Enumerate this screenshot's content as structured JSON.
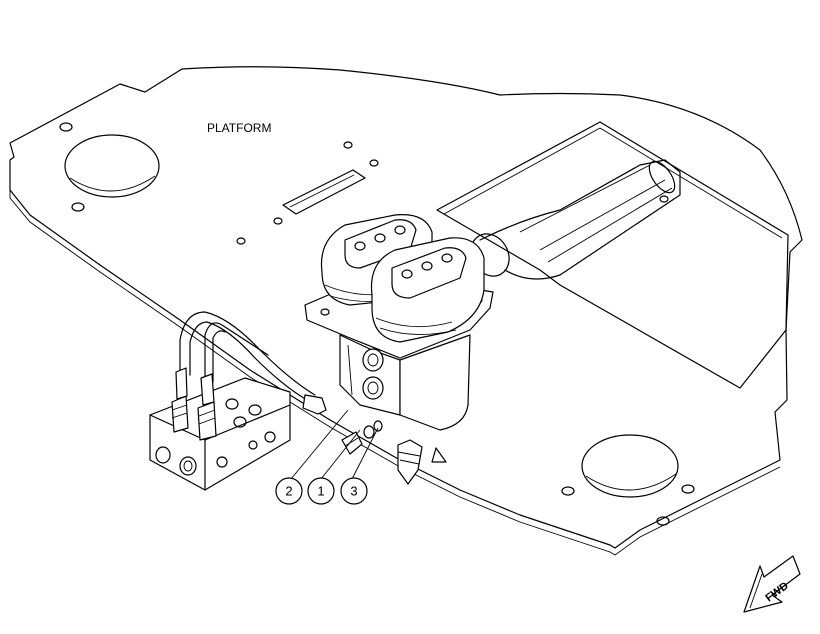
{
  "diagram": {
    "platform_label": "PLATFORM",
    "fwd_label": "FWD",
    "callouts": [
      {
        "number": "2"
      },
      {
        "number": "1"
      },
      {
        "number": "3"
      }
    ]
  }
}
